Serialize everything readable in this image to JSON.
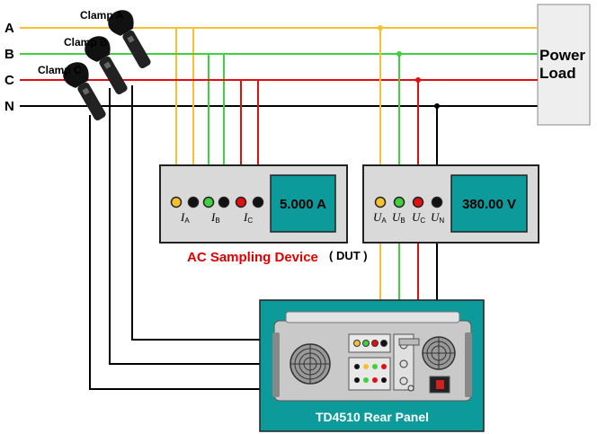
{
  "phases": [
    {
      "label": "A",
      "color": "#f7c02e"
    },
    {
      "label": "B",
      "color": "#40d040"
    },
    {
      "label": "C",
      "color": "#e01010"
    },
    {
      "label": "N",
      "color": "#000000"
    }
  ],
  "clamps": [
    "Clamp A",
    "Clamp B",
    "Clamp C"
  ],
  "load": {
    "line1": "Power",
    "line2": "Load"
  },
  "current_device": {
    "terminals": [
      {
        "main": "I",
        "sub": "A"
      },
      {
        "main": "I",
        "sub": "B"
      },
      {
        "main": "I",
        "sub": "C"
      }
    ],
    "display": "5.000 A"
  },
  "voltage_device": {
    "terminals": [
      {
        "main": "U",
        "sub": "A"
      },
      {
        "main": "U",
        "sub": "B"
      },
      {
        "main": "U",
        "sub": "C"
      },
      {
        "main": "U",
        "sub": "N"
      }
    ],
    "display": "380.00 V"
  },
  "dut": {
    "name": "AC Sampling Device",
    "suffix": "( DUT )"
  },
  "td4510": {
    "label": "TD4510 Rear Panel"
  },
  "colors": {
    "panel_fill": "#d9d9d9",
    "display_fill": "#0d9a9a",
    "rear_bg": "#0d9a9a",
    "load_fill": "#eeeeee"
  }
}
